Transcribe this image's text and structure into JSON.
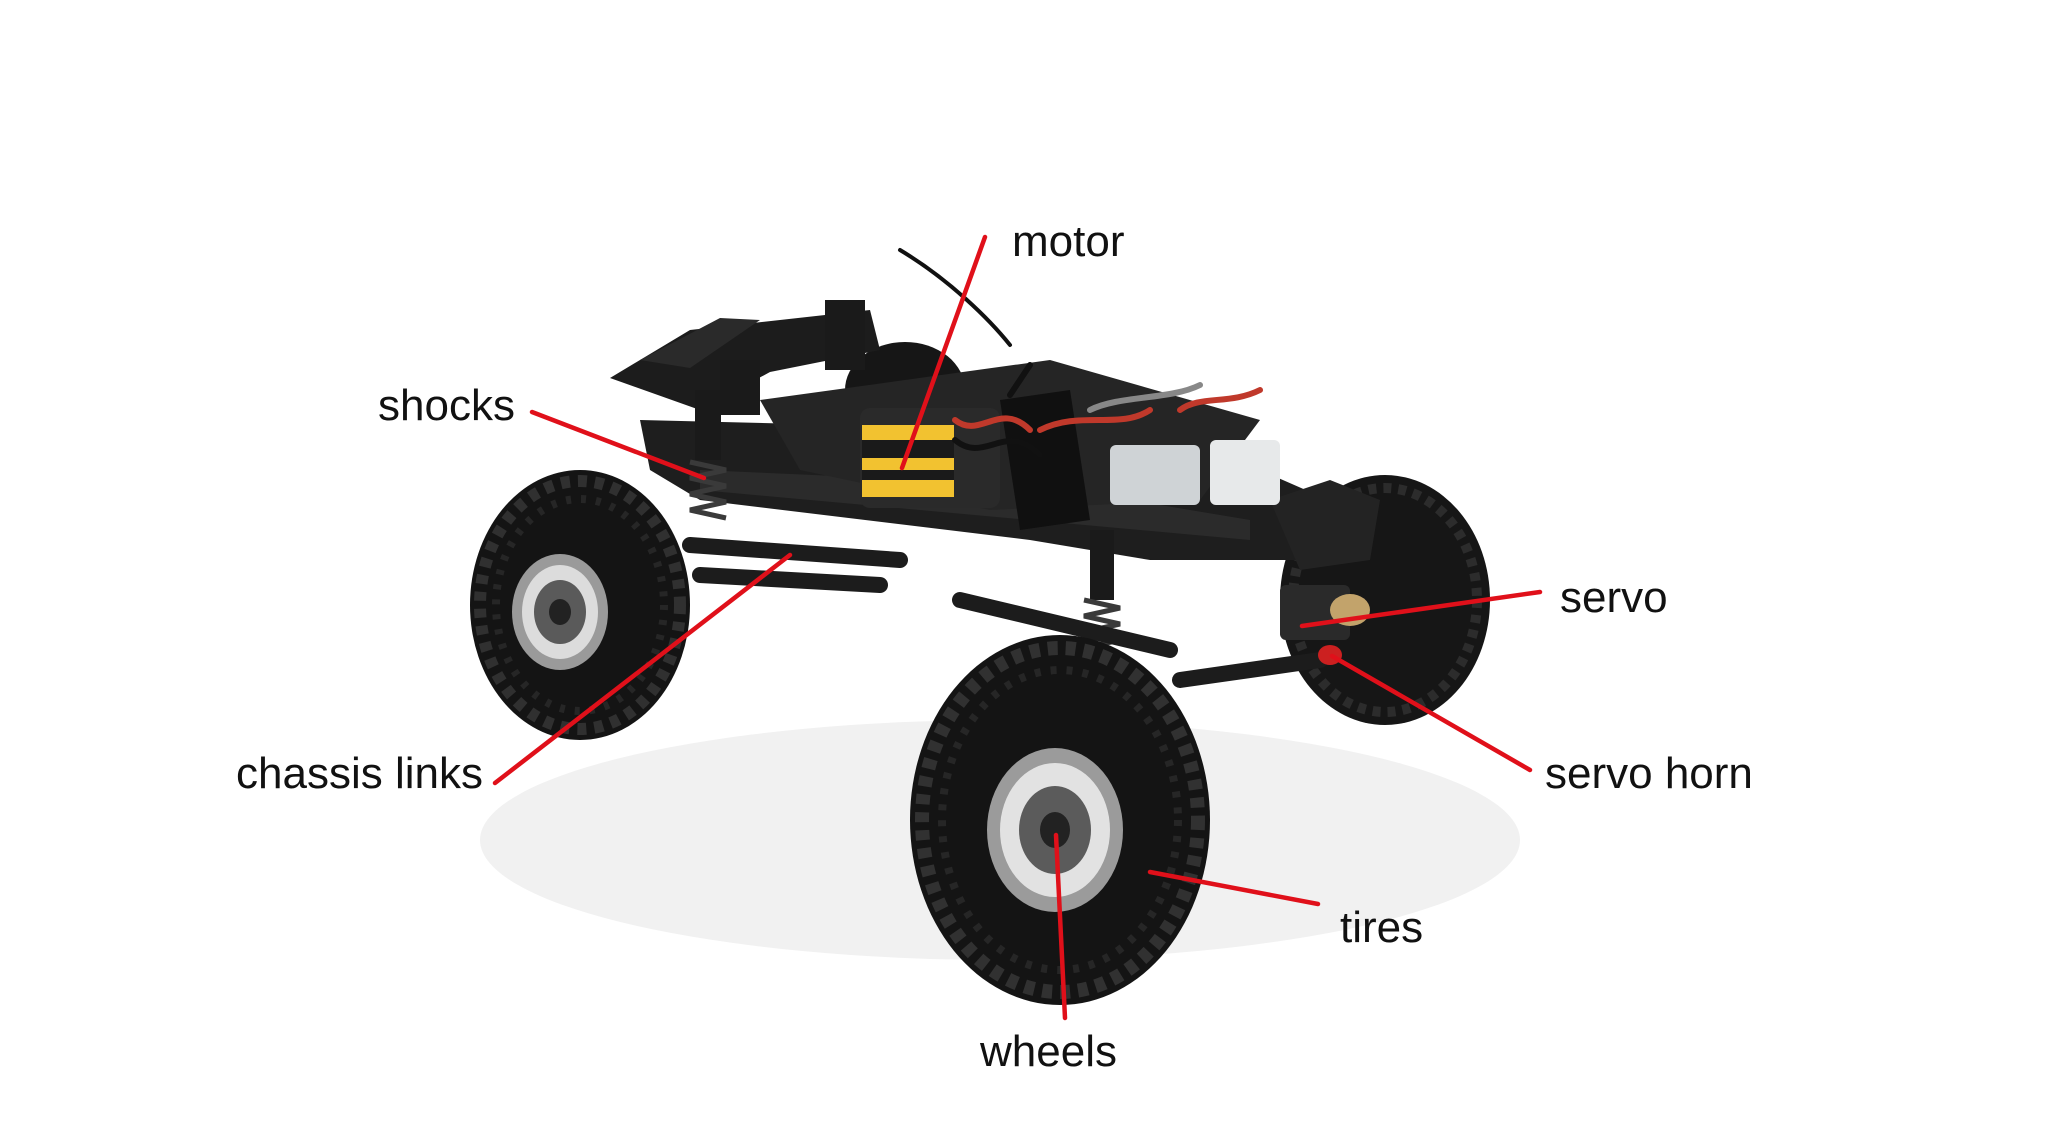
{
  "labels": {
    "motor": "motor",
    "shocks": "shocks",
    "servo": "servo",
    "chassis_links": "chassis links",
    "servo_horn": "servo horn",
    "tires": "tires",
    "wheels": "wheels"
  },
  "colors": {
    "leader_line": "#e0101a",
    "chassis": "#1b1b1b",
    "tire": "#151515",
    "accent_label": "#f2c230",
    "background": "#ffffff"
  }
}
